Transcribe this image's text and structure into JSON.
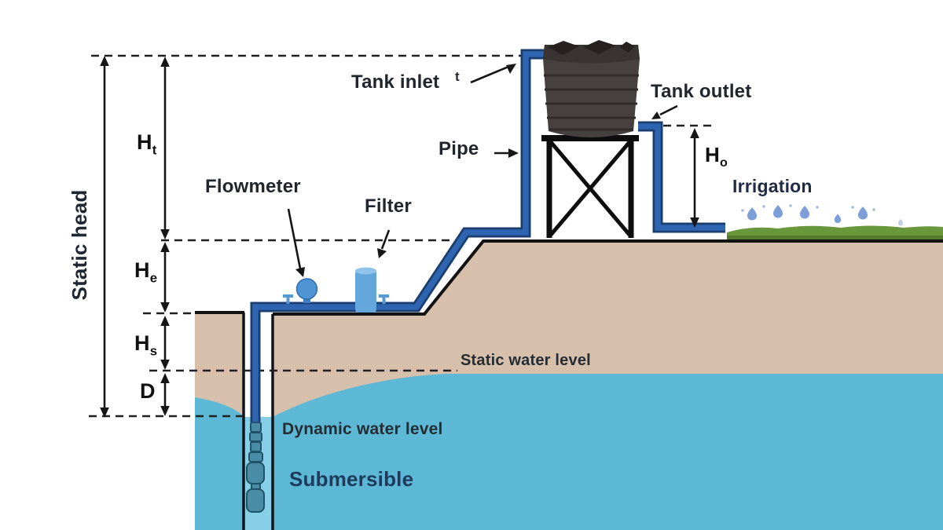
{
  "labels": {
    "static_head": "Static head",
    "tank_inlet": "Tank inlet",
    "tank_inlet_mark": "t",
    "pipe": "Pipe",
    "flowmeter": "Flowmeter",
    "filter": "Filter",
    "tank_outlet": "Tank outlet",
    "irrigation": "Irrigation",
    "static_water_level": "Static water level",
    "dynamic_water_level": "Dynamic water level",
    "submersible": "Submersible"
  },
  "measurements": {
    "ht": {
      "base": "H",
      "sub": "t"
    },
    "he": {
      "base": "H",
      "sub": "e"
    },
    "hs": {
      "base": "H",
      "sub": "s"
    },
    "d": {
      "base": "D",
      "sub": ""
    },
    "ho": {
      "base": "H",
      "sub": "o"
    }
  },
  "colors": {
    "pipe_blue": "#2e64b0",
    "pipe_outline": "#1b3e70",
    "groundwater_cyan": "#5cb8d4",
    "borehole_water": "#87cfe6",
    "soil_tan": "#d6c0ac",
    "grass_green": "#69973c",
    "tank_body": "#474041",
    "fitting_light_blue": "#4f94d4",
    "droplet_blue": "#7d9ed8",
    "label_dark": "#20252e",
    "submersible_label_navy": "#1e3a5c"
  }
}
